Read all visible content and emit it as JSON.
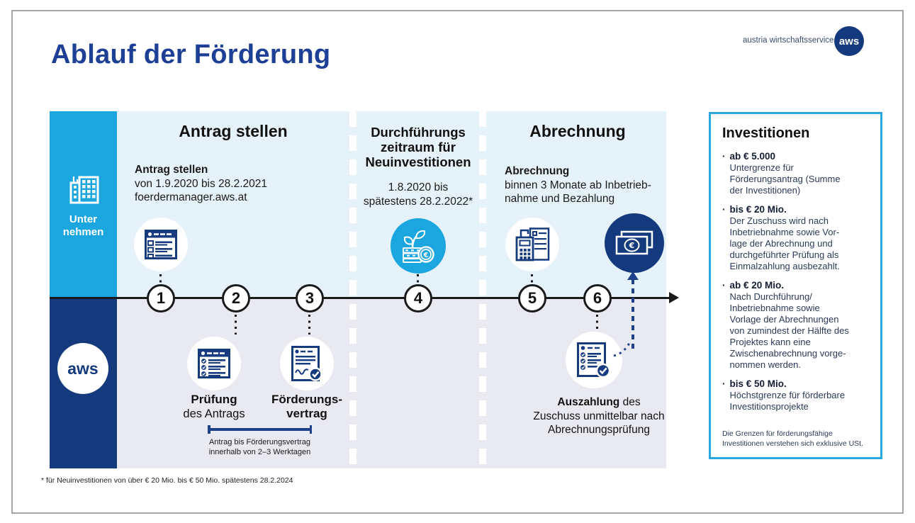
{
  "page": {
    "title": "Ablauf der Förderung",
    "footnote": "* für Neuinvestitionen von über € 20 Mio. bis € 50 Mio. spätestens 28.2.2024"
  },
  "brand": {
    "name": "austria wirtschaftsservice",
    "logo": "aws"
  },
  "colors": {
    "navy": "#143A7D",
    "bright_blue": "#1BA6E0",
    "light_blue_band": "#E6F2FA",
    "light_gray_band": "#E9EAF1",
    "panel_border": "#2AA9E0",
    "title_blue": "#1E3F96"
  },
  "lanes": {
    "company_label": "Unter\nnehmen",
    "aws_label": "aws"
  },
  "sections": {
    "antrag": {
      "title": "Antrag stellen",
      "info_title": "Antrag stellen",
      "info": "von 1.9.2020 bis 28.2.2021\nfoerdermanager.aws.at"
    },
    "durchfuehrung": {
      "title": "Durchführungs\nzeitraum für\nNeuinvestitionen",
      "info": "1.8.2020 bis\nspätestens 28.2.2022*"
    },
    "abrechnung": {
      "title": "Abrechnung",
      "info_title": "Abrechnung",
      "info": "binnen 3 Monate ab Inbetrieb-\nnahme und Bezahlung"
    }
  },
  "steps": [
    "1",
    "2",
    "3",
    "4",
    "5",
    "6"
  ],
  "labels": {
    "pruefung_bold": "Prüfung",
    "pruefung_rest": "des Antrags",
    "vertrag": "Förderungs-\nvertrag",
    "auszahlung_bold": "Auszahlung",
    "auszahlung_rest": " des",
    "auszahlung_more": "Zuschuss unmittelbar nach\nAbrechnungsprüfung",
    "bracket": "Antrag bis Förderungsvertrag\ninnerhalb von 2–3 Werktagen"
  },
  "invest": {
    "title": "Investitionen",
    "items": [
      {
        "amount": "ab € 5.000",
        "text": "Untergrenze für\nFörderungsantrag (Summe\nder Investitionen)"
      },
      {
        "amount": "bis € 20 Mio.",
        "text": "Der Zuschuss wird nach\nInbetriebnahme sowie Vor-\nlage der Abrechnung und\ndurchgeführter Prüfung als\nEinmalzahlung ausbezahlt."
      },
      {
        "amount": "ab € 20 Mio.",
        "text": "Nach Durchführung/\nInbetriebnahme sowie\nVorlage der Abrechnungen\nvon zumindest der Hälfte des\nProjektes kann eine\nZwischenabrechnung vorge-\nnommen werden."
      },
      {
        "amount": "bis € 50 Mio.",
        "text": "Höchstgrenze für förderbare\nInvestitionsprojekte"
      }
    ],
    "note": "Die Grenzen für förderungsfähige\nInvestitionen verstehen sich exklusive USt."
  }
}
